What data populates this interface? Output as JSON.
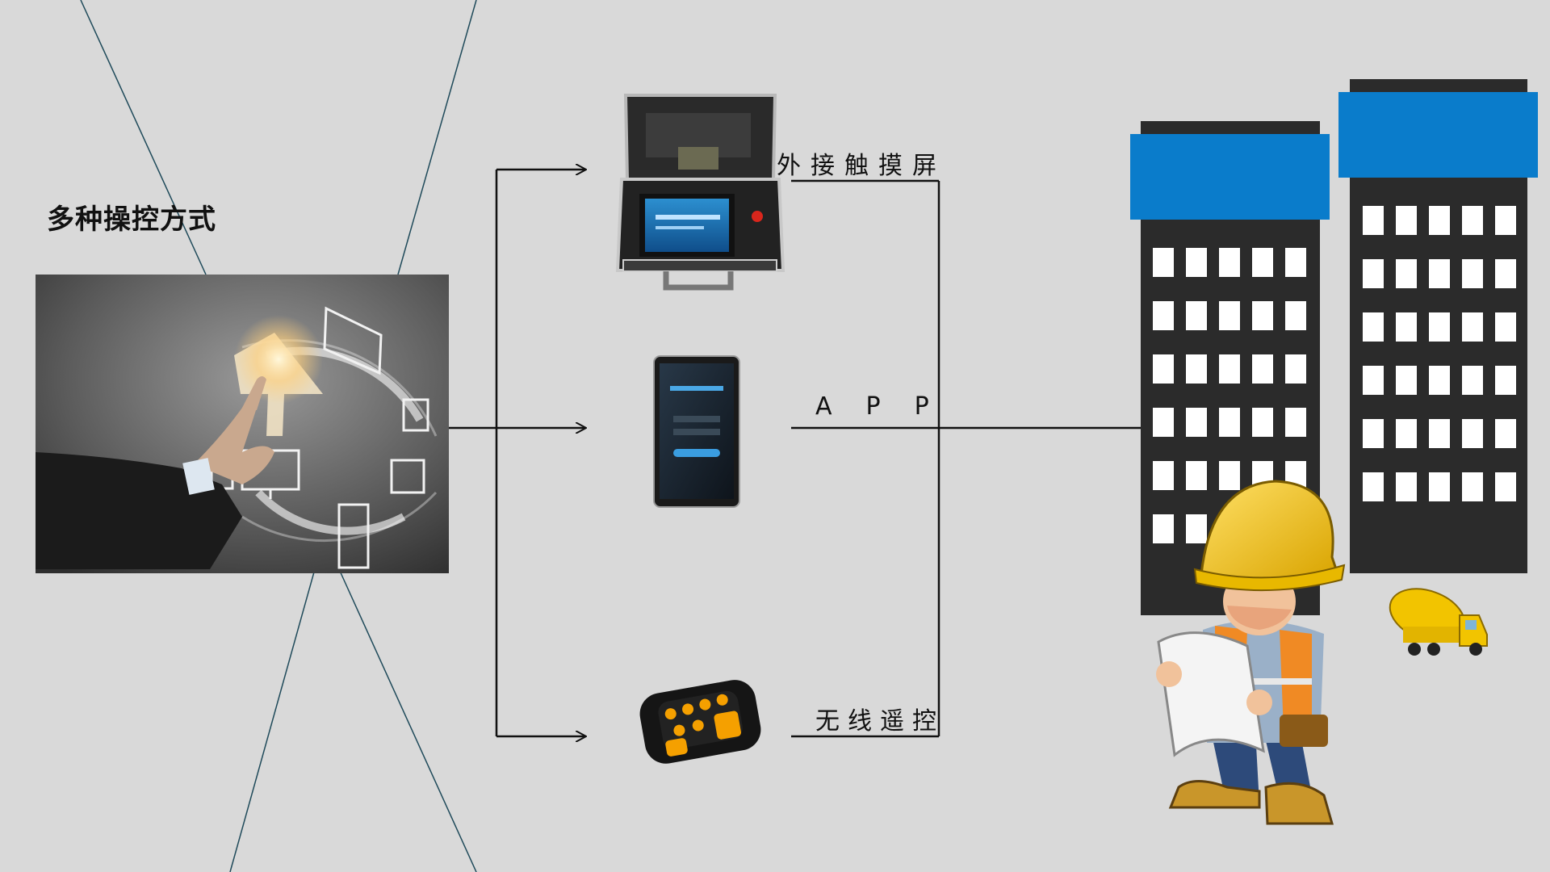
{
  "diagram": {
    "title": "多种操控方式",
    "methods": [
      {
        "id": "touch",
        "label": "外接触摸屏",
        "icon": "briefcase-touchscreen-icon"
      },
      {
        "id": "app",
        "label": "APP",
        "icon": "tablet-app-icon"
      },
      {
        "id": "remote",
        "label": "无线遥控",
        "icon": "wireless-remote-icon"
      }
    ],
    "hero_icon": "hand-touch-interface-icon",
    "target_icon": "construction-buildings-icon",
    "worker_icon": "construction-worker-icon",
    "truck_icon": "cement-mixer-truck-icon"
  },
  "colors": {
    "background": "#d9d9d9",
    "building": "#2b2b2b",
    "building_band": "#0a7ccb",
    "helmet": "#f2c400",
    "remote_accent": "#f5a000"
  }
}
